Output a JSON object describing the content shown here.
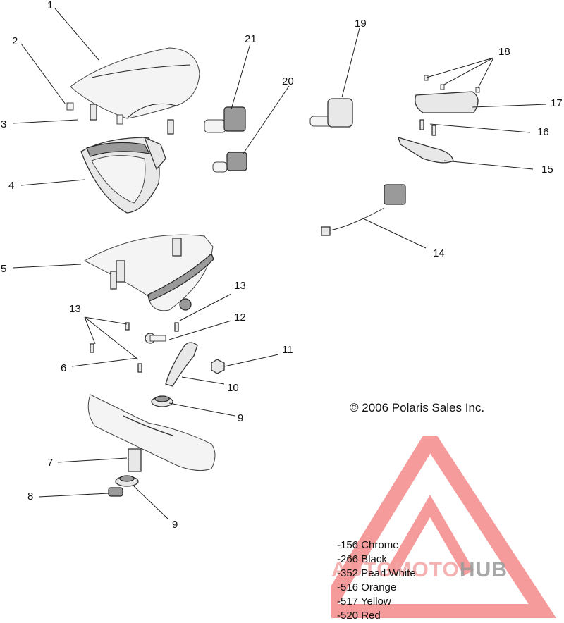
{
  "callouts": {
    "c1": "1",
    "c2": "2",
    "c3": "3",
    "c4": "4",
    "c5": "5",
    "c6": "6",
    "c7": "7",
    "c8": "8",
    "c9a": "9",
    "c9b": "9",
    "c10": "10",
    "c11": "11",
    "c12": "12",
    "c13a": "13",
    "c13b": "13",
    "c14": "14",
    "c15": "15",
    "c16": "16",
    "c17": "17",
    "c18": "18",
    "c19": "19",
    "c20": "20",
    "c21": "21"
  },
  "copyright": "© 2006 Polaris Sales Inc.",
  "color_codes": [
    "-156 Chrome",
    "-266 Black",
    "-352 Pearl White",
    "-516 Orange",
    "-517 Yellow",
    "-520 Red"
  ],
  "watermark": {
    "part1": "AUTOMOTO",
    "part2": "HUB",
    "accent": "#f27a7a",
    "dark": "#7f7f7f"
  }
}
